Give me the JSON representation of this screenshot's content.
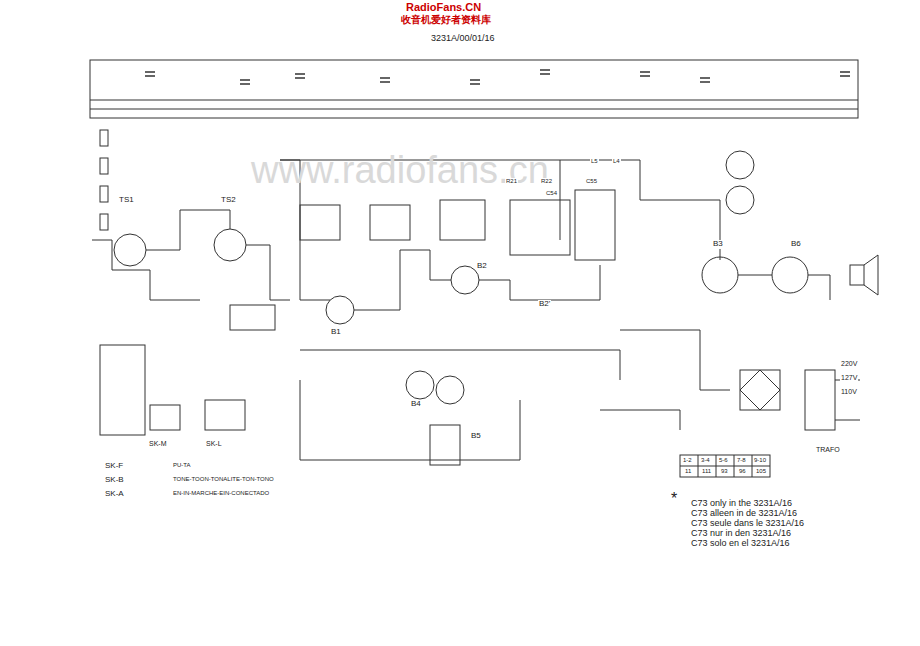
{
  "diagram": {
    "title": "3231A/00/01/16",
    "labels": [
      "RadioFans.CN",
      "收音机爱好者资料库",
      "www.radiofans.cn",
      "TS1",
      "TS2",
      "B1",
      "B2",
      "B2'",
      "B3",
      "B4",
      "B5",
      "B6",
      "SK-F",
      "SK-M",
      "SK-L",
      "SK-B",
      "SK-A",
      "PU-TA",
      "TONE-TOON-TONALITE-TON-TONO",
      "EN-IN-MARCHE-EIN-CONECTADO",
      "*",
      "C73 only in the 3231A/16",
      "C73 alleen in de 3231A/16",
      "C73 seule dans le 3231A/16",
      "C73 nur in den 3231A/16",
      "C73 solo en el 3231A/16",
      "220V",
      "127V",
      "110V",
      "TRAFO",
      "1-2",
      "3-4",
      "5-6",
      "7-8",
      "9-10",
      "11",
      "111",
      "93",
      "96",
      "105",
      "L5",
      "L4",
      "R21",
      "R22",
      "C54",
      "C55"
    ]
  }
}
